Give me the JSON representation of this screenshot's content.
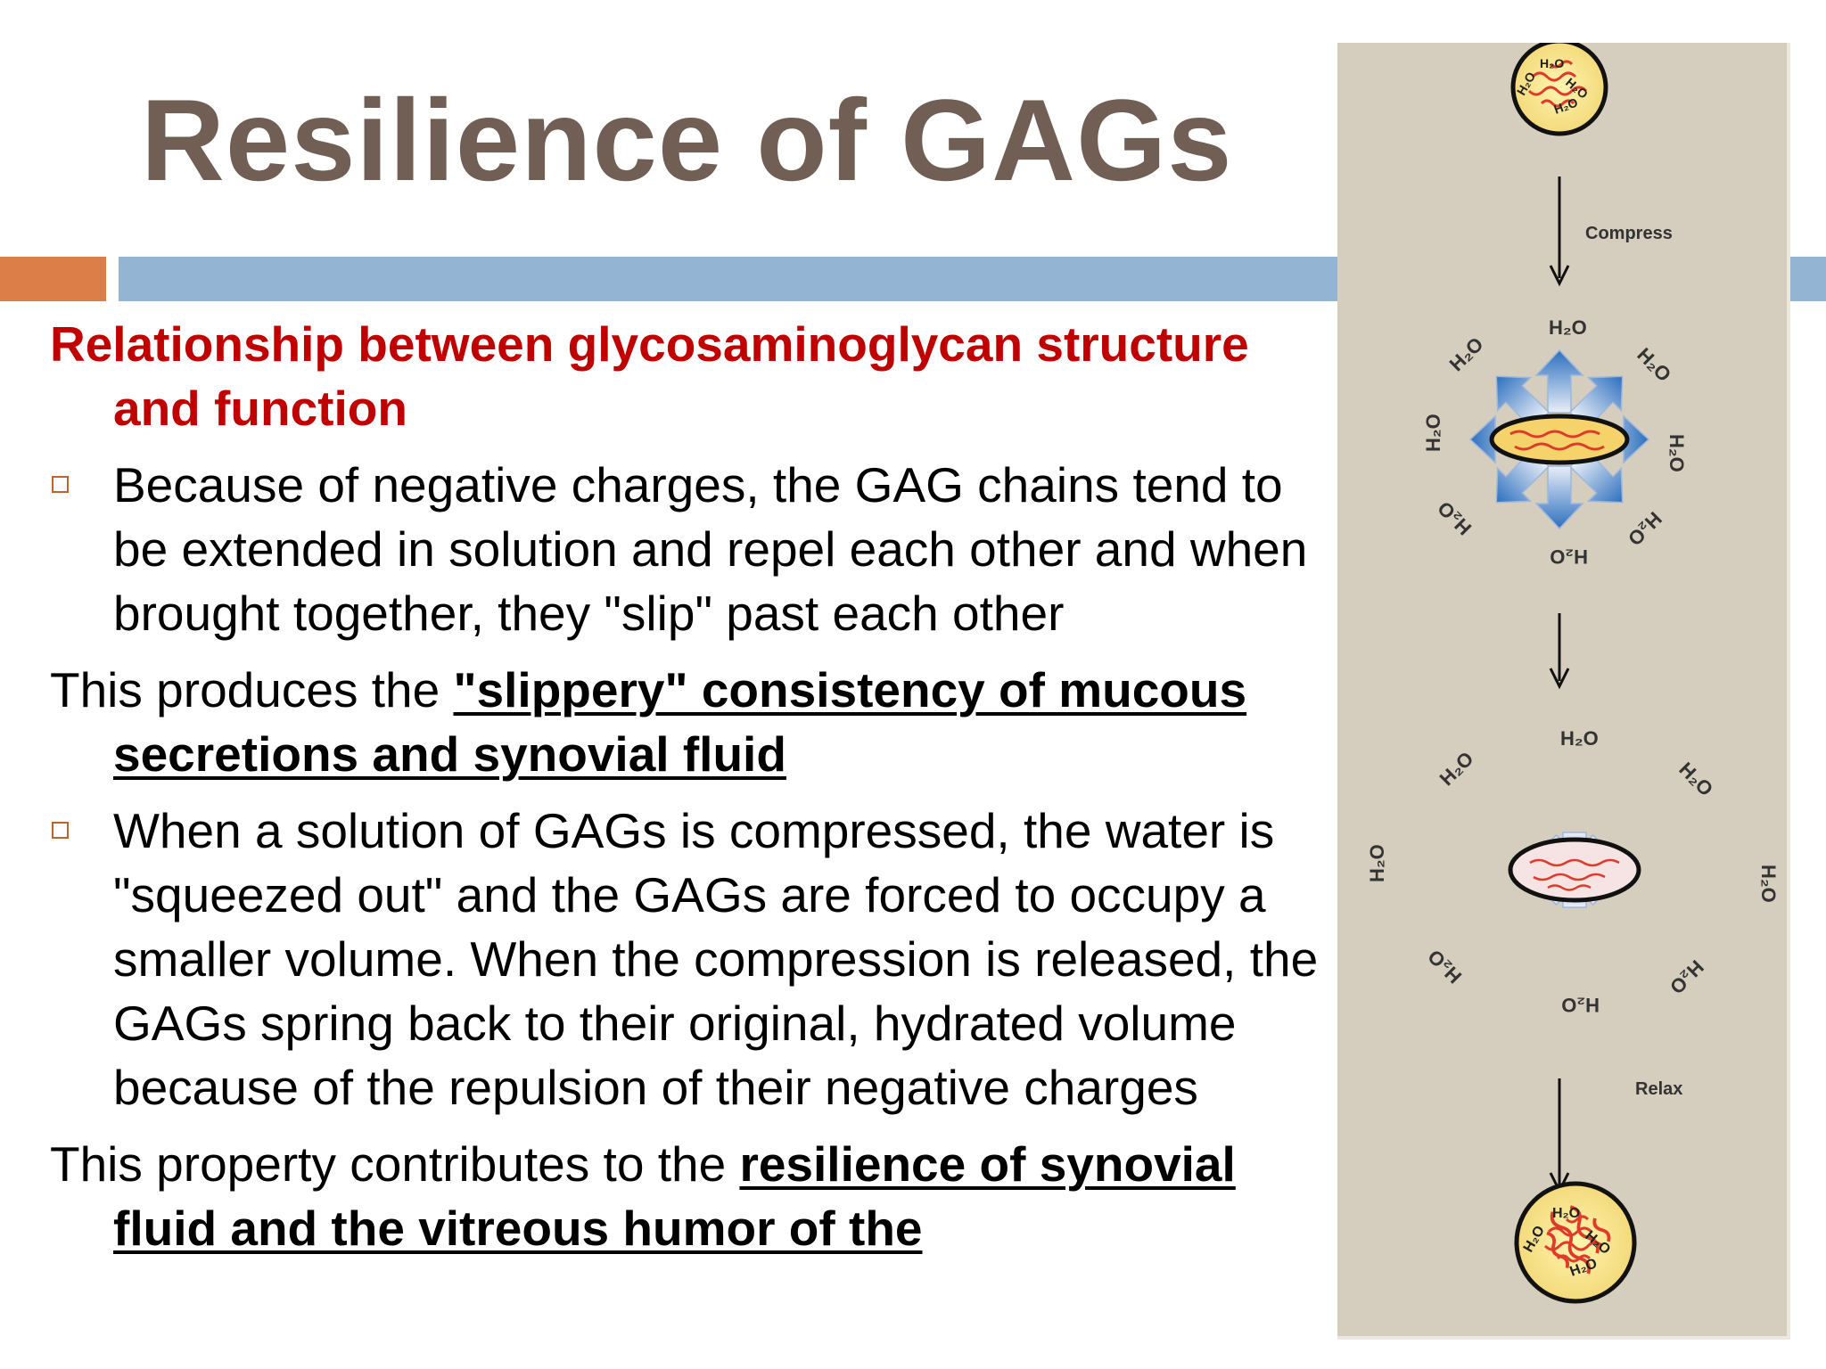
{
  "slide": {
    "title": "Resilience of GAGs"
  },
  "colors": {
    "title": "#715f56",
    "subheading": "#c00000",
    "accent_orange": "#dc7e47",
    "accent_blue": "#93b4d2",
    "figure_bg": "#d5cdbd"
  },
  "content": {
    "subheading": "Relationship between glycosaminoglycan structure and function",
    "bullet1": "Because of negative charges, the GAG chains tend to be extended in solution and repel each other and when brought together, they \"slip\" past each other",
    "para1_prefix": "This produces the ",
    "para1_emph": "\"slippery\" consistency of mucous secretions and synovial fluid",
    "bullet2": "When a solution of GAGs is compressed, the water is \"squeezed out\" and the GAGs are forced to occupy a smaller volume. When the compression is released, the GAGs spring back to their original, hydrated volume because of the repulsion of their negative charges",
    "para2_prefix": "This property contributes to the ",
    "para2_emph": "resilience of synovial fluid and the vitreous humor of the"
  },
  "figure": {
    "compress_label": "Compress",
    "relax_label": "Relax",
    "water_label": "H2O"
  }
}
